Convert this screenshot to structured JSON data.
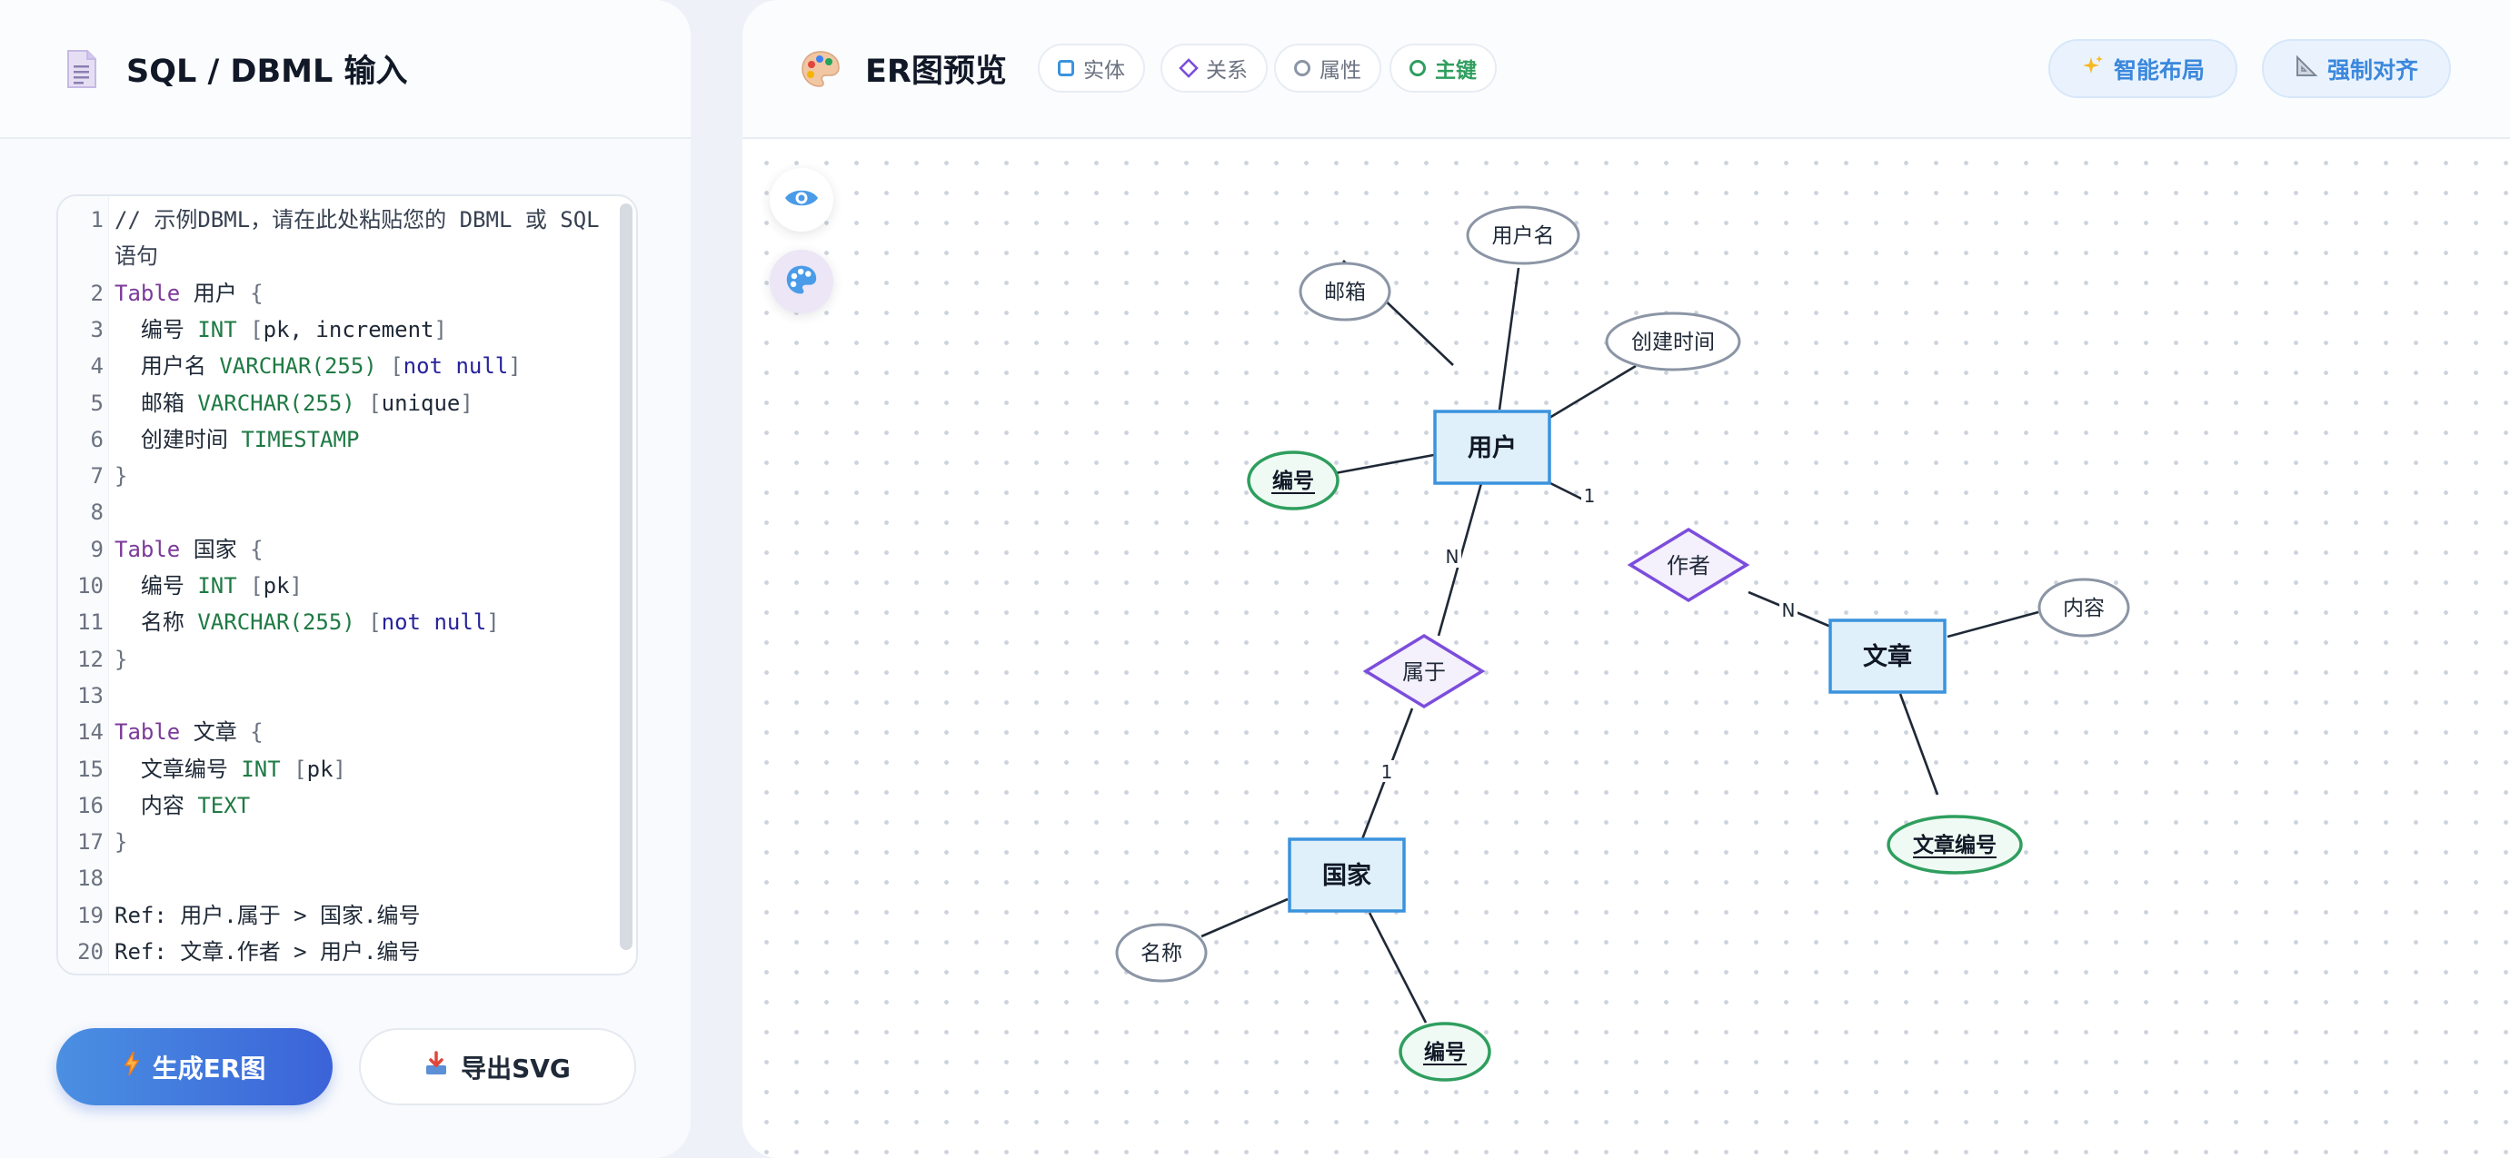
{
  "editor_panel": {
    "title": "SQL / DBML 输入",
    "title_icon": "document-icon",
    "code_lines": [
      [
        {
          "t": "// 示例DBML，请在此处粘贴您的 DBML 或 SQL",
          "c": "cm"
        }
      ],
      [
        {
          "t": "语句",
          "c": "cm"
        }
      ],
      [
        {
          "t": "Table",
          "c": "kw"
        },
        {
          "t": " 用户 "
        },
        {
          "t": "{",
          "c": "br"
        }
      ],
      [
        {
          "t": "  编号 "
        },
        {
          "t": "INT",
          "c": "tp"
        },
        {
          "t": " [",
          "c": "br"
        },
        {
          "t": "pk, increment"
        },
        {
          "t": "]",
          "c": "br"
        }
      ],
      [
        {
          "t": "  用户名 "
        },
        {
          "t": "VARCHAR(255)",
          "c": "tp"
        },
        {
          "t": " [",
          "c": "br"
        },
        {
          "t": "not null",
          "c": "nl"
        },
        {
          "t": "]",
          "c": "br"
        }
      ],
      [
        {
          "t": "  邮箱 "
        },
        {
          "t": "VARCHAR(255)",
          "c": "tp"
        },
        {
          "t": " [",
          "c": "br"
        },
        {
          "t": "unique"
        },
        {
          "t": "]",
          "c": "br"
        }
      ],
      [
        {
          "t": "  创建时间 "
        },
        {
          "t": "TIMESTAMP",
          "c": "tp"
        }
      ],
      [
        {
          "t": "}",
          "c": "br"
        }
      ],
      [
        {
          "t": ""
        }
      ],
      [
        {
          "t": "Table",
          "c": "kw"
        },
        {
          "t": " 国家 "
        },
        {
          "t": "{",
          "c": "br"
        }
      ],
      [
        {
          "t": "  编号 "
        },
        {
          "t": "INT",
          "c": "tp"
        },
        {
          "t": " [",
          "c": "br"
        },
        {
          "t": "pk"
        },
        {
          "t": "]",
          "c": "br"
        }
      ],
      [
        {
          "t": "  名称 "
        },
        {
          "t": "VARCHAR(255)",
          "c": "tp"
        },
        {
          "t": " [",
          "c": "br"
        },
        {
          "t": "not null",
          "c": "nl"
        },
        {
          "t": "]",
          "c": "br"
        }
      ],
      [
        {
          "t": "}",
          "c": "br"
        }
      ],
      [
        {
          "t": ""
        }
      ],
      [
        {
          "t": "Table",
          "c": "kw"
        },
        {
          "t": " 文章 "
        },
        {
          "t": "{",
          "c": "br"
        }
      ],
      [
        {
          "t": "  文章编号 "
        },
        {
          "t": "INT",
          "c": "tp"
        },
        {
          "t": " [",
          "c": "br"
        },
        {
          "t": "pk"
        },
        {
          "t": "]",
          "c": "br"
        }
      ],
      [
        {
          "t": "  内容 "
        },
        {
          "t": "TEXT",
          "c": "tp"
        }
      ],
      [
        {
          "t": "}",
          "c": "br"
        }
      ],
      [
        {
          "t": ""
        }
      ],
      [
        {
          "t": "Ref: 用户.属于 > 国家.编号"
        }
      ],
      [
        {
          "t": "Ref: 文章.作者 > 用户.编号"
        }
      ]
    ],
    "line_numbers": [
      "1",
      "",
      "2",
      "3",
      "4",
      "5",
      "6",
      "7",
      "8",
      "9",
      "10",
      "11",
      "12",
      "13",
      "14",
      "15",
      "16",
      "17",
      "18",
      "19",
      "20"
    ],
    "generate_button": {
      "label": "生成ER图",
      "icon": "lightning-icon"
    },
    "export_button": {
      "label": "导出SVG",
      "icon": "download-tray-icon"
    }
  },
  "preview_panel": {
    "title": "ER图预览",
    "title_icon": "palette-icon",
    "legend": {
      "entity": "实体",
      "relation": "关系",
      "attribute": "属性",
      "primary_key": "主键"
    },
    "smart_layout_button": {
      "label": "智能布局",
      "icon": "sparkles-icon"
    },
    "force_align_button": {
      "label": "强制对齐",
      "icon": "triangle-ruler-icon"
    },
    "tool_buttons": [
      {
        "name": "eye-icon"
      },
      {
        "name": "palette-icon",
        "active": true
      }
    ]
  },
  "colors": {
    "entity_fill": "#dff0fb",
    "entity_stroke": "#3b93dd",
    "relation_fill": "#f4f0fc",
    "relation_stroke": "#7c4ddc",
    "attribute_stroke": "#8b95a5",
    "primary_key_stroke": "#2f9e5e",
    "primary_key_fill": "#eefaf3",
    "accent_blue": "#3b88dd"
  },
  "er_diagram": {
    "entities": [
      "用户",
      "国家",
      "文章"
    ],
    "relations": [
      "属于",
      "作者"
    ],
    "attributes": [
      "用户名",
      "邮箱",
      "创建时间",
      "编号",
      "名称",
      "编号",
      "内容",
      "文章编号"
    ],
    "cardinalities": [
      "1",
      "N",
      "N",
      "1"
    ]
  }
}
